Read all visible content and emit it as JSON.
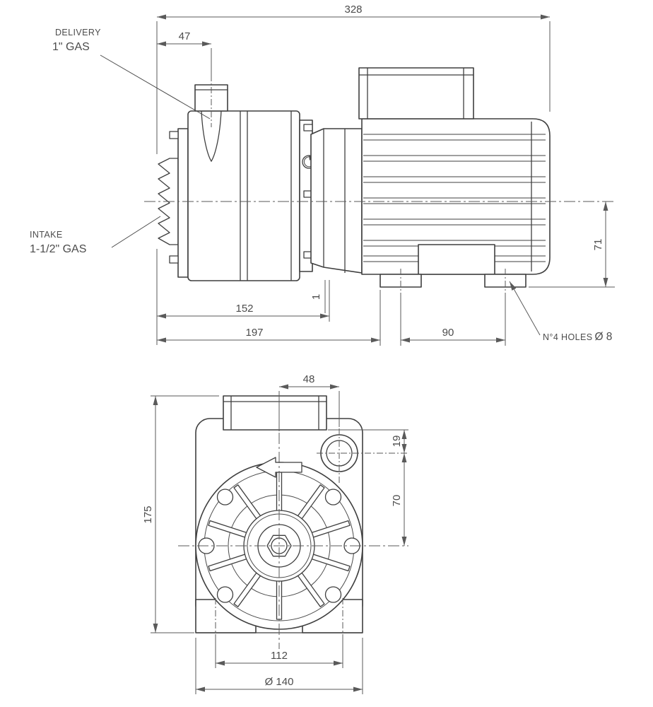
{
  "colors": {
    "line": "#3f3f3f",
    "dim": "#5a5a5a",
    "text": "#4c4c4c",
    "background": "#ffffff"
  },
  "labels": {
    "delivery_1": "DELIVERY",
    "delivery_2": "1\" GAS",
    "intake_1": "INTAKE",
    "intake_2": "1-1/2\" GAS",
    "holes_note": "N°4 HOLES",
    "holes_dia": "Ø 8"
  },
  "side_view": {
    "dim_total_length": "328",
    "dim_delivery_offset": "47",
    "dim_pump_head_length": "152",
    "dim_front_to_feet": "197",
    "dim_feet_spacing": "90",
    "dim_axis_height": "71",
    "dim_gap": "1"
  },
  "front_view": {
    "dim_port_offset": "48",
    "dim_port_drop": "19",
    "dim_port_to_axis": "70",
    "dim_total_height": "175",
    "dim_foot_hole_spacing": "112",
    "dim_base_width": "Ø 140"
  }
}
